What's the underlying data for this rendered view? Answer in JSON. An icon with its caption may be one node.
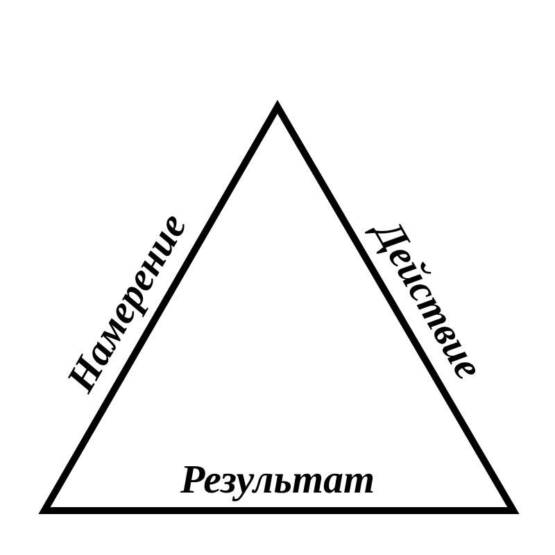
{
  "diagram": {
    "nodes": [
      {
        "text": [
          "Намерение",
          "Действие",
          "Результат"
        ]
      }
    ]
  }
}
